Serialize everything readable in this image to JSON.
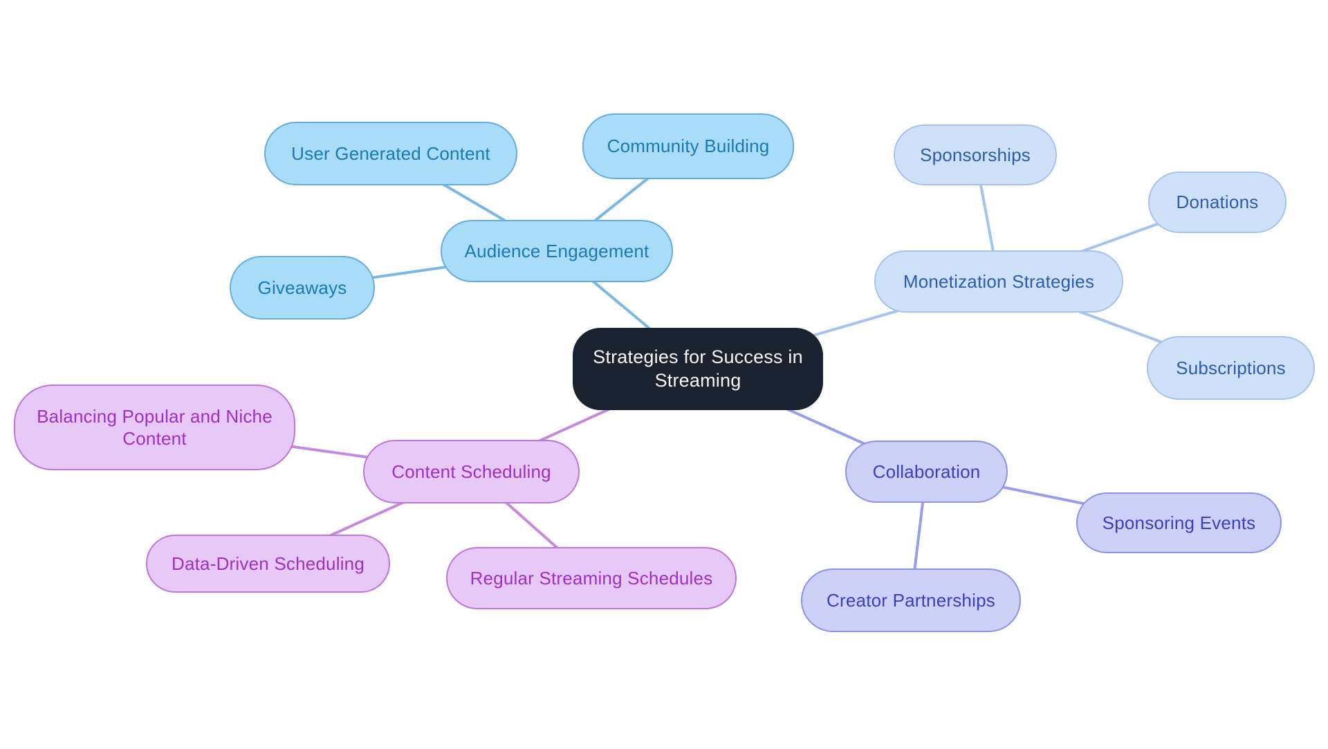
{
  "title": "Strategies for Success in Streaming",
  "diagram_type": "mind-map",
  "nodes": {
    "root": {
      "label": "Strategies for Success in Streaming",
      "family": "root"
    },
    "audience_engagement": {
      "label": "Audience Engagement",
      "family": "audience"
    },
    "user_generated_content": {
      "label": "User Generated Content",
      "family": "audience"
    },
    "community_building": {
      "label": "Community Building",
      "family": "audience"
    },
    "giveaways": {
      "label": "Giveaways",
      "family": "audience"
    },
    "monetization_strategies": {
      "label": "Monetization Strategies",
      "family": "monetization"
    },
    "sponsorships": {
      "label": "Sponsorships",
      "family": "monetization"
    },
    "donations": {
      "label": "Donations",
      "family": "monetization"
    },
    "subscriptions": {
      "label": "Subscriptions",
      "family": "monetization"
    },
    "content_scheduling": {
      "label": "Content Scheduling",
      "family": "scheduling"
    },
    "balancing_popular_and_niche_content": {
      "label": "Balancing Popular and Niche Content",
      "family": "scheduling"
    },
    "data_driven_scheduling": {
      "label": "Data-Driven Scheduling",
      "family": "scheduling"
    },
    "regular_streaming_schedules": {
      "label": "Regular Streaming Schedules",
      "family": "scheduling"
    },
    "collaboration": {
      "label": "Collaboration",
      "family": "collaboration"
    },
    "sponsoring_events": {
      "label": "Sponsoring Events",
      "family": "collaboration"
    },
    "creator_partnerships": {
      "label": "Creator Partnerships",
      "family": "collaboration"
    }
  },
  "hierarchy": {
    "root": [
      "audience_engagement",
      "monetization_strategies",
      "content_scheduling",
      "collaboration"
    ],
    "audience_engagement": [
      "user_generated_content",
      "community_building",
      "giveaways"
    ],
    "monetization_strategies": [
      "sponsorships",
      "donations",
      "subscriptions"
    ],
    "content_scheduling": [
      "balancing_popular_and_niche_content",
      "data_driven_scheduling",
      "regular_streaming_schedules"
    ],
    "collaboration": [
      "sponsoring_events",
      "creator_partnerships"
    ]
  },
  "edges": [
    {
      "from": "root",
      "to": "audience_engagement",
      "family": "audience"
    },
    {
      "from": "audience_engagement",
      "to": "user_generated_content",
      "family": "audience"
    },
    {
      "from": "audience_engagement",
      "to": "community_building",
      "family": "audience"
    },
    {
      "from": "audience_engagement",
      "to": "giveaways",
      "family": "audience"
    },
    {
      "from": "root",
      "to": "monetization_strategies",
      "family": "monetization"
    },
    {
      "from": "monetization_strategies",
      "to": "sponsorships",
      "family": "monetization"
    },
    {
      "from": "monetization_strategies",
      "to": "donations",
      "family": "monetization"
    },
    {
      "from": "monetization_strategies",
      "to": "subscriptions",
      "family": "monetization"
    },
    {
      "from": "root",
      "to": "content_scheduling",
      "family": "scheduling"
    },
    {
      "from": "content_scheduling",
      "to": "balancing_popular_and_niche_content",
      "family": "scheduling"
    },
    {
      "from": "content_scheduling",
      "to": "data_driven_scheduling",
      "family": "scheduling"
    },
    {
      "from": "content_scheduling",
      "to": "regular_streaming_schedules",
      "family": "scheduling"
    },
    {
      "from": "root",
      "to": "collaboration",
      "family": "collaboration"
    },
    {
      "from": "collaboration",
      "to": "sponsoring_events",
      "family": "collaboration"
    },
    {
      "from": "collaboration",
      "to": "creator_partnerships",
      "family": "collaboration"
    }
  ],
  "colors": {
    "background": "#ffffff",
    "root": {
      "fill": "#19222e",
      "text": "#f7f8f8",
      "edge": "#19222e"
    },
    "audience": {
      "fill": "#a9dcf8",
      "border": "#66acdd",
      "text": "#1a79b5",
      "edge": "#7ab7e5"
    },
    "monetization": {
      "fill": "#cfe1f8",
      "border": "#a6c3ee",
      "text": "#2d5cad",
      "edge": "#a6c3ee"
    },
    "scheduling": {
      "fill": "#e8c8f6",
      "border": "#bd76d9",
      "text": "#9c30c4",
      "edge": "#c589e0"
    },
    "collaboration": {
      "fill": "#cdd1f7",
      "border": "#8b93e6",
      "text": "#3a40bd",
      "edge": "#979fed"
    }
  },
  "edge_stroke_width": 4
}
